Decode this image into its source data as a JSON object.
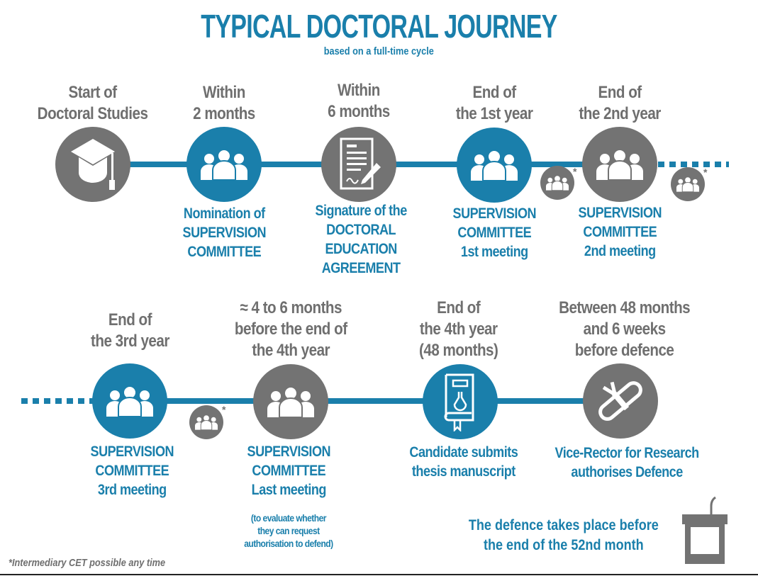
{
  "title": "TYPICAL DOCTORAL JOURNEY",
  "subtitle": "based on a full-time cycle",
  "colors": {
    "blue": "#1a7fab",
    "gray": "#737373",
    "text_gray": "#6f6f6f"
  },
  "row1": [
    {
      "when": "Start of\nDoctoral Studies",
      "what": "",
      "icon": "graduation-cap-icon",
      "color": "gray"
    },
    {
      "when": "Within\n2 months",
      "what": "Nomination of\nSUPERVISION\nCOMMITTEE",
      "icon": "people-group-icon",
      "color": "blue"
    },
    {
      "when": "Within\n6 months",
      "what": "Signature of the\nDOCTORAL\nEDUCATION\nAGREEMENT",
      "icon": "signed-document-icon",
      "color": "gray"
    },
    {
      "when": "End of\nthe 1st year",
      "what": "SUPERVISION\nCOMMITTEE\n1st meeting",
      "icon": "people-group-icon",
      "color": "blue"
    },
    {
      "when": "End of\nthe 2nd year",
      "what": "SUPERVISION\nCOMMITTEE\n2nd meeting",
      "icon": "people-group-icon",
      "color": "gray"
    }
  ],
  "row2": [
    {
      "when": "End of\nthe 3rd year",
      "what": "SUPERVISION\nCOMMITTEE\n3rd meeting",
      "icon": "people-group-icon",
      "color": "blue"
    },
    {
      "when": "≈ 4 to 6 months\nbefore the end of\nthe 4th year",
      "what": "SUPERVISION\nCOMMITTEE\nLast meeting",
      "note": "(to evaluate whether\nthey can request\nauthorisation to defend)",
      "icon": "people-group-icon",
      "color": "gray"
    },
    {
      "when": "End of\nthe 4th year\n(48 months)",
      "what": "Candidate submits\nthesis manuscript",
      "icon": "thesis-book-icon",
      "color": "blue"
    },
    {
      "when": "Between 48 months\nand 6 weeks\nbefore defence",
      "what": "Vice-Rector for Research\nauthorises Defence",
      "icon": "diploma-scroll-icon",
      "color": "gray"
    }
  ],
  "asterisk": "*",
  "defence_note": "The defence takes place before\nthe end of the 52nd month",
  "footnote": "*Intermediary CET possible any time"
}
